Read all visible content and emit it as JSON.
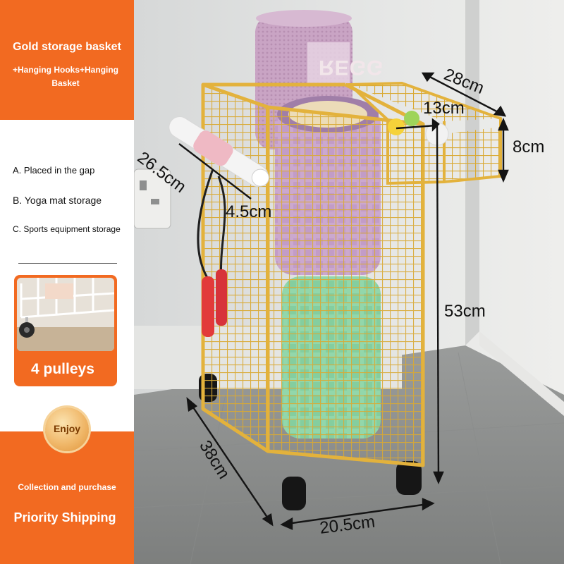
{
  "left_panel": {
    "title": "Gold storage basket",
    "subtitle": "+Hanging Hooks+Hanging Basket",
    "features": [
      "A. Placed in the gap",
      "B. Yoga mat storage",
      "C. Sports equipment storage"
    ],
    "wheel_caption": "4 pulleys",
    "badge": "Enjoy",
    "collection": "Collection and purchase",
    "shipping": "Priority Shipping"
  },
  "photo": {
    "roller_brand": "REGG",
    "dimensions": {
      "basket_width": "28cm",
      "basket_depth": "13cm",
      "basket_height": "8cm",
      "handle_length": "26.5cm",
      "handle_diameter": "4.5cm",
      "height": "53cm",
      "depth": "38cm",
      "width": "20.5cm"
    }
  },
  "colors": {
    "accent": "#f26a21",
    "frame_gold": "#e3b23c",
    "roller_pink": "#c9a9cf",
    "roller_green": "#8fd6a8"
  }
}
